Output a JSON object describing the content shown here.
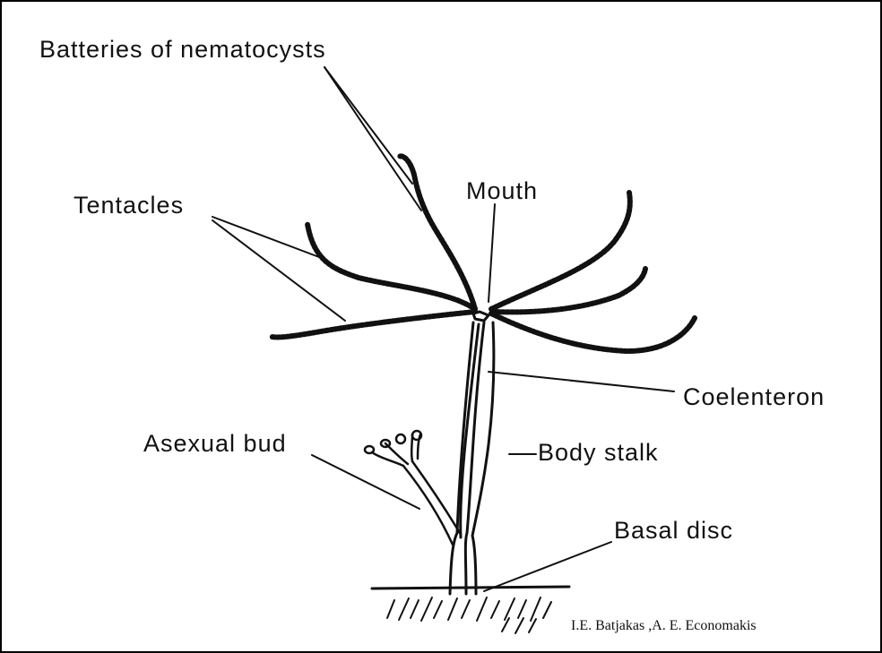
{
  "diagram": {
    "labels": {
      "nematocysts": "Batteries of nematocysts",
      "tentacles": "Tentacles",
      "mouth": "Mouth",
      "coelenteron": "Coelenteron",
      "asexual_bud": "Asexual bud",
      "body_stalk": "Body stalk",
      "basal_disc": "Basal disc"
    },
    "credit": "I.E. Batjakas ,A. E. Economakis"
  }
}
